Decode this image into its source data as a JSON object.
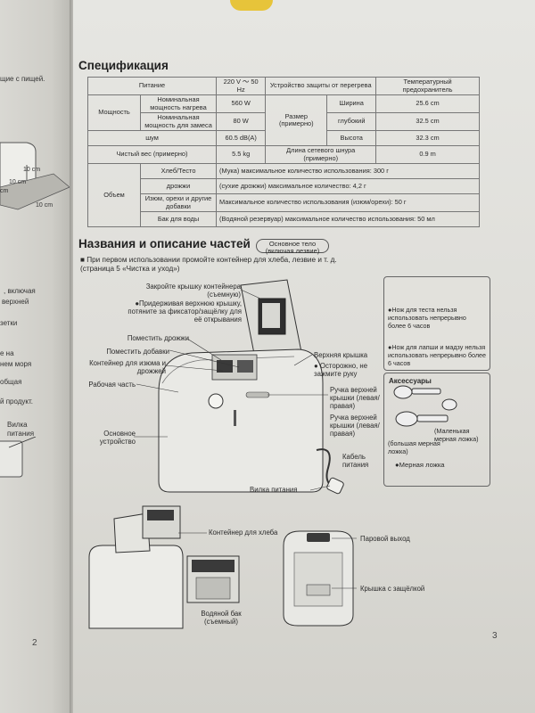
{
  "left_page": {
    "fragments": [
      "щие с пищей.",
      ", включая",
      "верхней",
      "зетки",
      "е на",
      "нем моря",
      "общая",
      "й продукт.",
      "Вилка",
      "питания",
      "10 cm",
      "10 cm",
      "cm"
    ],
    "page_number": "2"
  },
  "spec": {
    "title": "Спецификация",
    "power_label": "Питание",
    "power_value": "220 V ～ 50 Hz",
    "protect_label": "Устройство защиты от перегрева",
    "protect_value": "Температурный предохранитель",
    "capacity_label": "Мощность",
    "heat_label": "Номинальная мощность нагрева",
    "heat_value": "560 W",
    "knead_label": "Номинальная мощность для замеса",
    "knead_value": "80 W",
    "size_label": "Размер (примерно)",
    "width_label": "Ширина",
    "width_value": "25.6 cm",
    "depth_label": "глубокий",
    "depth_value": "32.5 cm",
    "height_label": "Высота",
    "height_value": "32.3 cm",
    "noise_label": "шум",
    "noise_value": "60.5 dB(A)",
    "weight_label": "Чистый вес (примерно)",
    "weight_value": "5.5 kg",
    "cord_label": "Длина сетевого шнура (примерно)",
    "cord_value": "0.9 m",
    "volume_label": "Объем",
    "bread_label": "Хлеб/Тесто",
    "bread_value": "(Мука) максимальное количество использования: 300 г",
    "yeast_label": "дрожжи",
    "yeast_value": "(сухие дрожжи) максимальное количество: 4,2 г",
    "raisin_label": "Изюм, орехи и другие добавки",
    "raisin_value": "Максимальное количество использования (изюм/орехи): 50 г",
    "water_label": "Бак для воды",
    "water_value": "(Водяной резервуар) максимальное количество использования: 50 мл"
  },
  "parts": {
    "title": "Названия и описание частей",
    "badge": "Основное тело (включая лезвие)",
    "note_line1": "■ При первом использовании промойте контейнер для хлеба, лезвие и т. д.",
    "note_line2": "(страница 5 «Чистка и уход»)",
    "lid_close": "Закройте крышку контейнера (съемную)",
    "lid_hold": "●Придерживая верхнюю крышку, потяните за фиксатор/защёлку для её открывания",
    "put_yeast": "Поместить дрожжи",
    "put_add": "Поместить добавки",
    "raisin_container": "Контейнер для изюма и дрожжей",
    "work_part": "Рабочая часть",
    "top_lid": "Верхняя крышка",
    "caution": "● Осторожно, не зажмите руку",
    "handle1": "Ручка верхней крышки (левая/правая)",
    "handle2": "Ручка верхней крышки (левая/правая)",
    "main_device": "Основное устройство",
    "cable": "Кабель питания",
    "plug": "Вилка питания",
    "bread_container": "Контейнер для хлеба",
    "water_tank": "Водяной бак (съемный)",
    "steam": "Паровой выход",
    "latch_lid": "Крышка с защёлкой",
    "blade_note1": "●Нож для теста нельзя использовать непрерывно более 6 часов",
    "blade_note2": "●Нож для лапши и мадзу нельзя использовать непрерывно более 6 часов",
    "accessories": "Аксессуары",
    "small_spoon": "(Маленькая мерная ложка)",
    "big_spoon": "(большая мерная ложка)",
    "measuring_spoon": "●Мерная ложка"
  },
  "page_number": "3"
}
